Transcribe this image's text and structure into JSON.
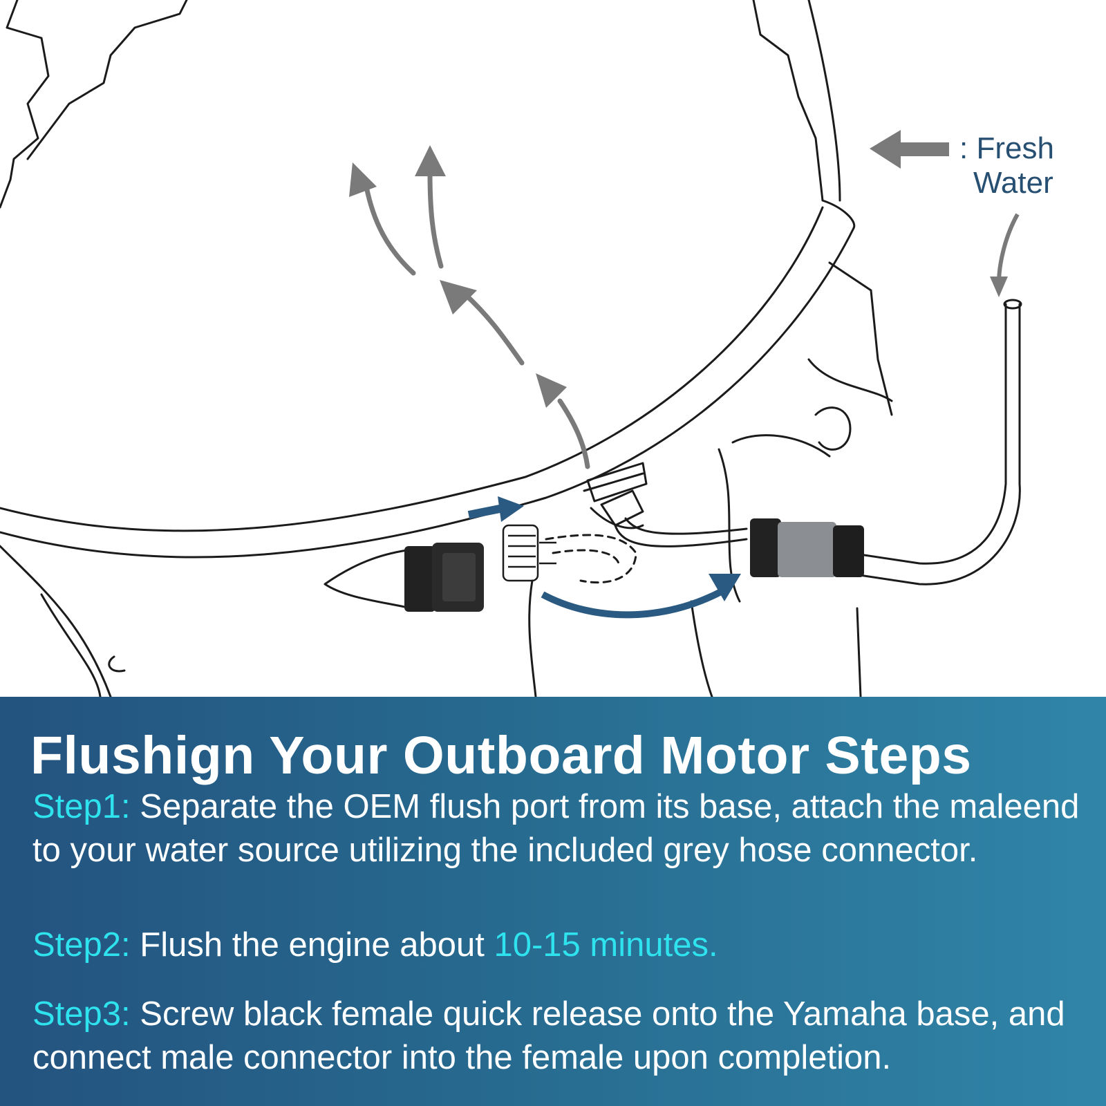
{
  "legend": {
    "label_line1": ": Fresh",
    "label_line2": "Water",
    "arrow_color": "#7a7a7a"
  },
  "flow_arrow_color": "#2a5a82",
  "panel": {
    "title": "Flushign Your Outboard Motor Steps",
    "steps": [
      {
        "label": "Step1:",
        "text": " Separate the OEM flush port from its base, attach the maleend to your water source utilizing the included grey hose connector."
      },
      {
        "label": "Step2:",
        "text": " Flush the engine about ",
        "highlight": "10-15 minutes."
      },
      {
        "label": "Step3:",
        "text": " Screw black female quick release onto the Yamaha base, and connect male connector into the female upon completion."
      }
    ],
    "accent_color": "#2ee3ee",
    "background_color": "#23537f"
  }
}
